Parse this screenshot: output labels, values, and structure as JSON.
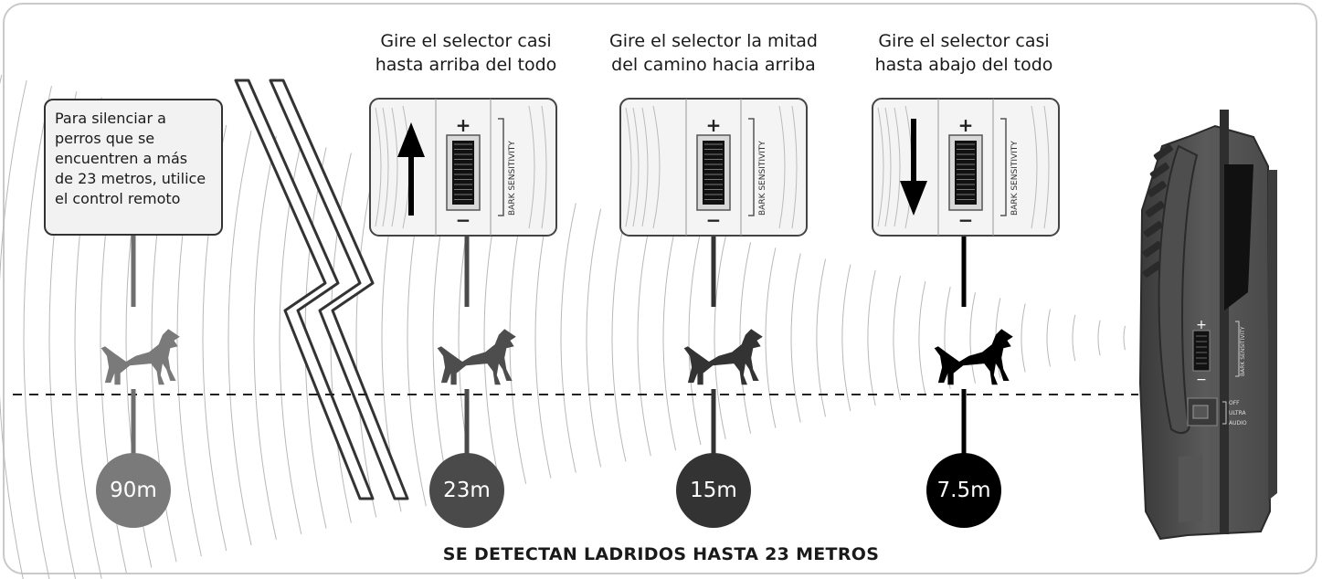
{
  "steps": [
    {
      "line1": "Gire el selector casi",
      "line2": "hasta arriba del todo",
      "distance": "23m",
      "color": "#4a4a4a"
    },
    {
      "line1": "Gire el selector la mitad",
      "line2": "del camino hacia arriba",
      "distance": "15m",
      "color": "#333333"
    },
    {
      "line1": "Gire el selector casi",
      "line2": "hasta abajo del todo",
      "distance": "7.5m",
      "color": "#000000"
    }
  ],
  "far_distance": {
    "label": "90m",
    "color": "#7a7a7a"
  },
  "callout": {
    "lines": [
      "Para silenciar a",
      "perros que se",
      "encuentren a más",
      "de 23 metros, utilice",
      "el control remoto"
    ]
  },
  "selector": {
    "plus": "+",
    "minus": "−",
    "label": "BARK SENSITIVITY"
  },
  "device": {
    "plus": "+",
    "minus": "−",
    "label": "BARK SENSITIVITY",
    "modes": [
      "OFF",
      "ULTRA",
      "AUDIO"
    ]
  },
  "footer": "SE DETECTAN LADRIDOS HASTA 23 METROS",
  "icons": [
    "dog-icon",
    "arrow-up-icon",
    "arrow-down-icon",
    "sound-wave-icon",
    "break-icon"
  ]
}
